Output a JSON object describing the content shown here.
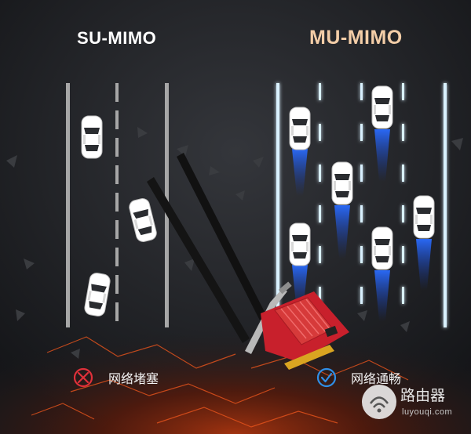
{
  "su_title": "SU-MIMO",
  "mu_title": "MU-MIMO",
  "su_status": "网络堵塞",
  "mu_status": "网络通畅",
  "watermark": {
    "cn": "路由器",
    "en": "luyouqi.com"
  },
  "icons": {
    "su_status": "cross-circle-icon",
    "mu_status": "check-circle-icon",
    "logo": "router-logo-icon"
  },
  "colors": {
    "mu_title": "#f3cda7",
    "cross": "#e0303a",
    "check": "#2f8fe8",
    "lane_glow": "#6fc4ff",
    "board": "#c8202c"
  }
}
